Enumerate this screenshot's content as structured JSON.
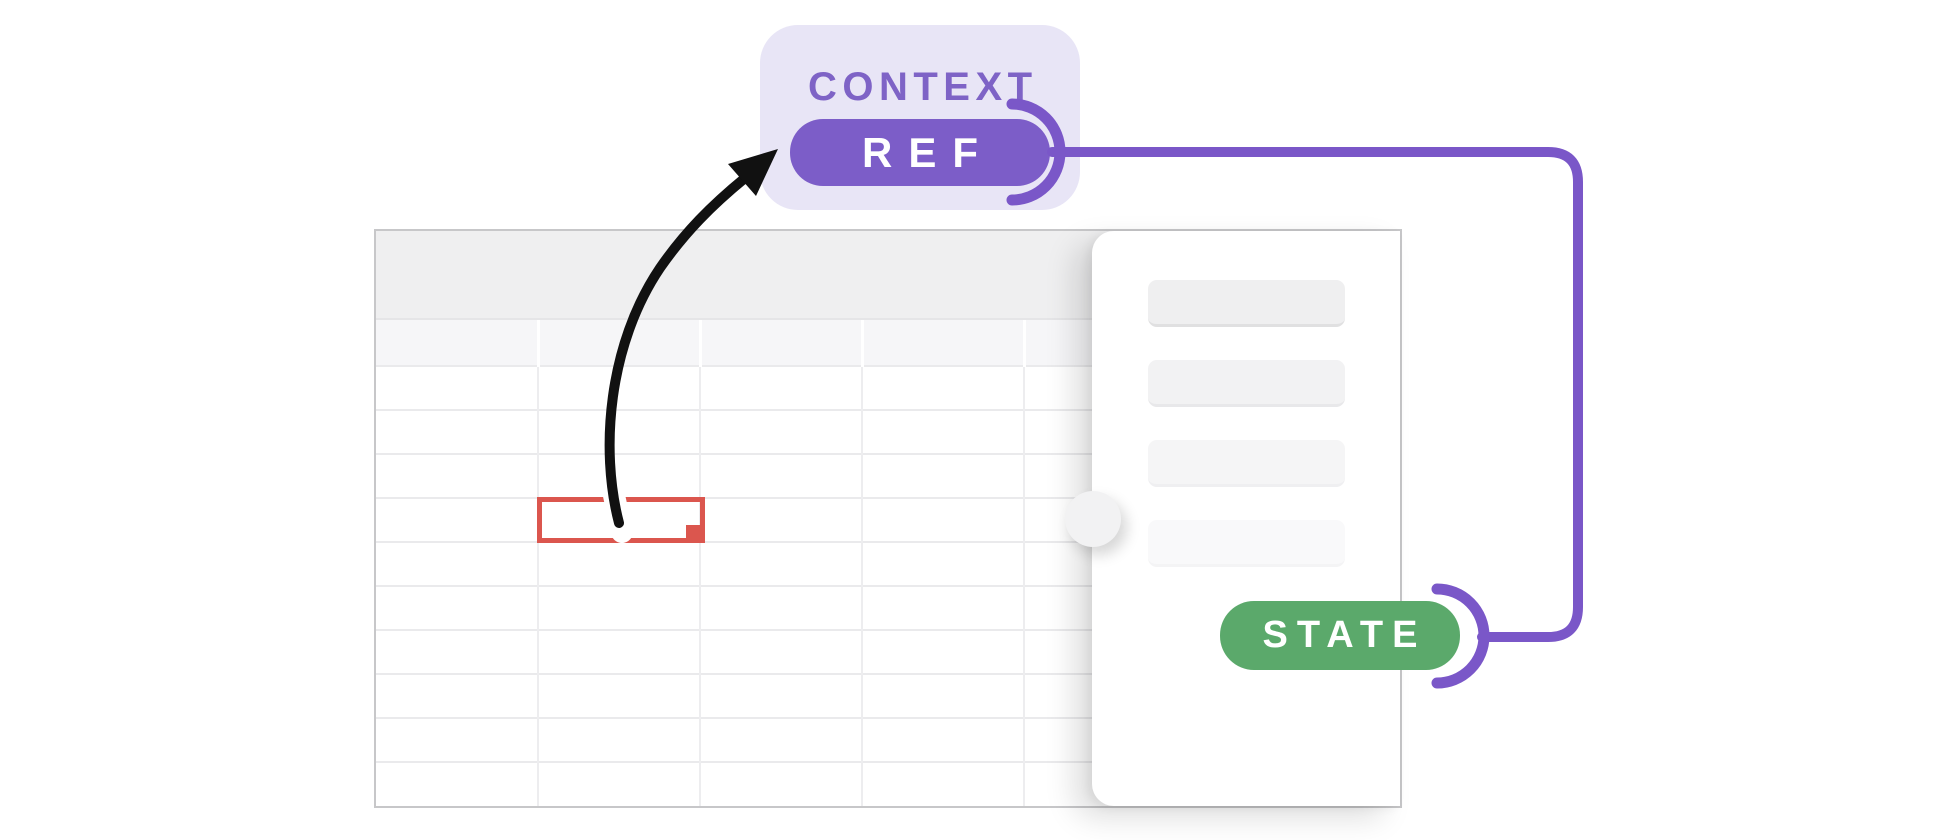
{
  "labels": {
    "context": "CONTEXT",
    "ref": "REF",
    "state": "STATE"
  },
  "colors": {
    "purple_accent": "#7a57c8",
    "purple_pill": "#7c5dc8",
    "purple_text": "#7e63c6",
    "lavender_bg": "#e8e5f6",
    "green_pill": "#5ba96b",
    "red_selection": "#db564e",
    "arrow": "#111111"
  },
  "grid": {
    "header_rows": 2,
    "visible_row_lines": 10,
    "visible_col_lines": 6,
    "band2_separators": 4
  },
  "panel": {
    "placeholder_bars": 4
  }
}
